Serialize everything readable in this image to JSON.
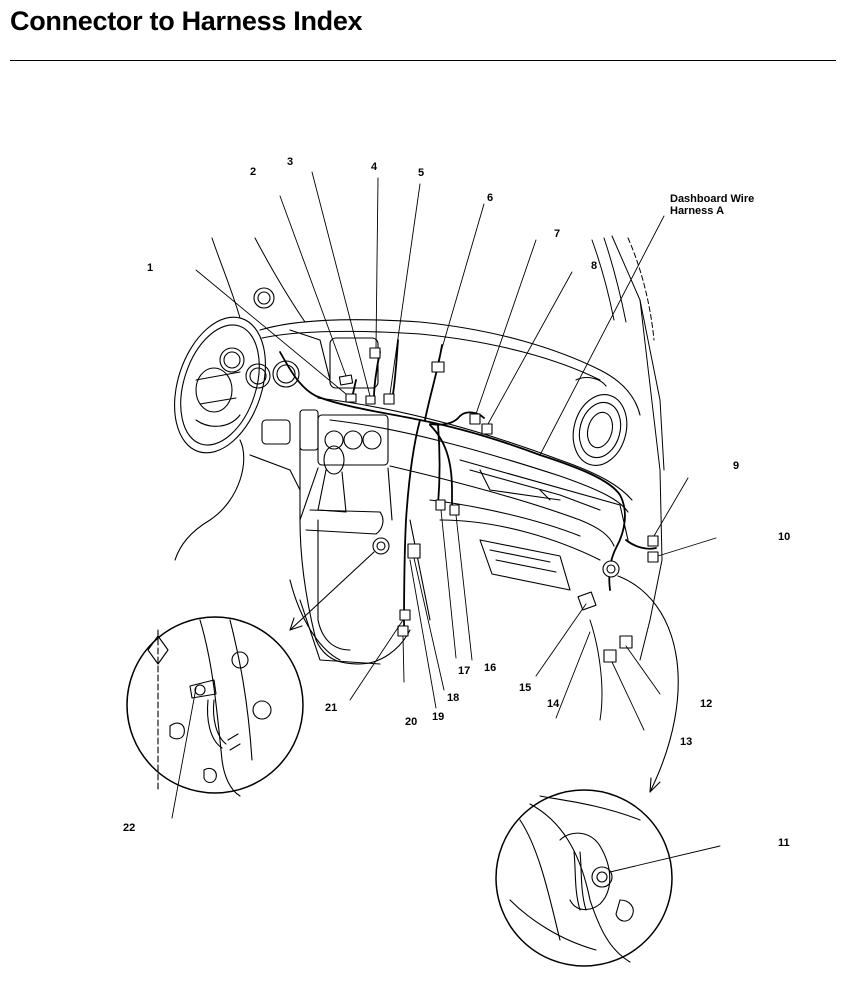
{
  "header": {
    "title": "Connector to Harness Index"
  },
  "diagram": {
    "harness_label_line1": "Dashboard Wire",
    "harness_label_line2": "Harness A",
    "callouts": [
      "1",
      "2",
      "3",
      "4",
      "5",
      "6",
      "7",
      "8",
      "9",
      "10",
      "11",
      "12",
      "13",
      "14",
      "15",
      "16",
      "17",
      "18",
      "19",
      "20",
      "21",
      "22"
    ]
  }
}
